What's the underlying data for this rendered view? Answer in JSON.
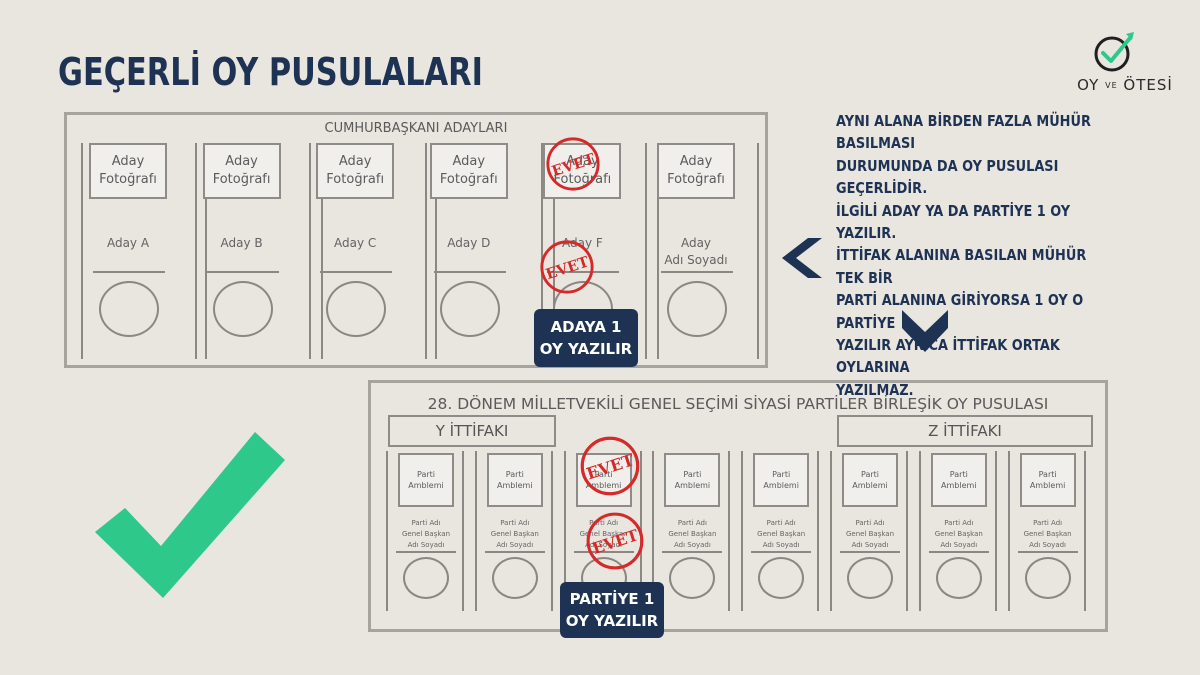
{
  "title": "GEÇERLİ OY PUSULALARI",
  "logo": {
    "text_left": "OY",
    "text_mid": "VE",
    "text_right": "ÖTESİ"
  },
  "colors": {
    "navy": "#1e3354",
    "stamp_red": "#d42a2a",
    "check_green": "#2ec98a",
    "ballot_gray": "#a7a4a0"
  },
  "explanation": "AYNI ALANA BİRDEN FAZLA MÜHÜR BASILMASI\nDURUMUNDA DA OY PUSULASI GEÇERLİDİR.\nİLGİLİ ADAY YA DA PARTİYE 1 OY YAZILIR.\nİTTİFAK ALANINA BASILAN MÜHÜR TEK BİR\nPARTİ ALANINA GİRİYORSA 1 OY O PARTİYE\nYAZILIR AYRICA İTTİFAK ORTAK OYLARINA\nYAZILMAZ.",
  "presidential_ballot": {
    "header": "CUMHURBAŞKANI ADAYLARI",
    "candidates": [
      {
        "photo": "Aday\nFotoğrafı",
        "name": "Aday A"
      },
      {
        "photo": "Aday\nFotoğrafı",
        "name": "Aday B"
      },
      {
        "photo": "Aday\nFotoğrafı",
        "name": "Aday C"
      },
      {
        "photo": "Aday\nFotoğrafı",
        "name": "Aday D"
      },
      {
        "photo": "Aday\nFotoğrafı",
        "name": "Aday F"
      },
      {
        "photo": "Aday\nFotoğrafı",
        "name": "Aday\nAdı Soyadı"
      }
    ],
    "badge": "ADAYA 1\nOY YAZILIR"
  },
  "party_ballot": {
    "header": "28. DÖNEM MİLLETVEKİLİ GENEL SEÇİMİ SİYASİ PARTİLER BİRLEŞİK OY PUSULASI",
    "alliance_left": "Y İTTİFAKI",
    "alliance_right": "Z İTTİFAKI",
    "parties": [
      {
        "emblem": "Parti\nAmblemi",
        "info": "Parti Adı\nGenel Başkan\nAdı Soyadı"
      },
      {
        "emblem": "Parti\nAmblemi",
        "info": "Parti Adı\nGenel Başkan\nAdı Soyadı"
      },
      {
        "emblem": "Parti\nAmblemi",
        "info": "Parti Adı\nGenel Başkan\nAdı Soyadı"
      },
      {
        "emblem": "Parti\nAmblemi",
        "info": "Parti Adı\nGenel Başkan\nAdı Soyadı"
      },
      {
        "emblem": "Parti\nAmblemi",
        "info": "Parti Adı\nGenel Başkan\nAdı Soyadı"
      },
      {
        "emblem": "Parti\nAmblemi",
        "info": "Parti Adı\nGenel Başkan\nAdı Soyadı"
      },
      {
        "emblem": "Parti\nAmblemi",
        "info": "Parti Adı\nGenel Başkan\nAdı Soyadı"
      },
      {
        "emblem": "Parti\nAmblemi",
        "info": "Parti Adı\nGenel Başkan\nAdı Soyadı"
      }
    ],
    "badge": "PARTİYE 1\nOY YAZILIR"
  },
  "stamp_text": "EVET",
  "icons": [
    "check-logo-icon",
    "chevron-left-icon",
    "chevron-down-icon",
    "big-check-icon",
    "stamp-icon"
  ]
}
